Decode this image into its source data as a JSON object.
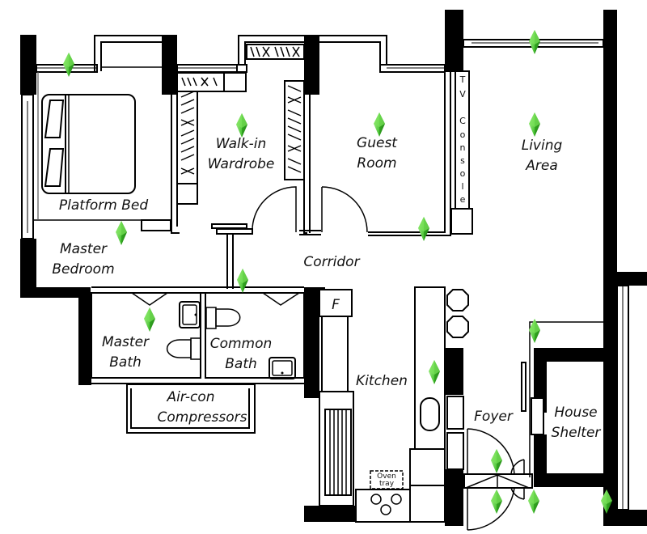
{
  "plan": {
    "rooms": [
      {
        "id": "master-bedroom",
        "lines": [
          "Master",
          "Bedroom"
        ]
      },
      {
        "id": "platform-bed",
        "lines": [
          "Platform Bed"
        ]
      },
      {
        "id": "walk-in-wardrobe",
        "lines": [
          "Walk-in",
          "Wardrobe"
        ]
      },
      {
        "id": "guest-room",
        "lines": [
          "Guest",
          "Room"
        ]
      },
      {
        "id": "living-area",
        "lines": [
          "Living",
          "Area"
        ]
      },
      {
        "id": "corridor",
        "lines": [
          "Corridor"
        ]
      },
      {
        "id": "master-bath",
        "lines": [
          "Master",
          "Bath"
        ]
      },
      {
        "id": "common-bath",
        "lines": [
          "Common",
          "Bath"
        ]
      },
      {
        "id": "aircon",
        "lines": [
          "Air-con",
          "Compressors"
        ]
      },
      {
        "id": "kitchen",
        "lines": [
          "Kitchen"
        ]
      },
      {
        "id": "foyer",
        "lines": [
          "Foyer"
        ]
      },
      {
        "id": "house-shelter",
        "lines": [
          "House",
          "Shelter"
        ]
      }
    ],
    "fixtures": {
      "fridge_label": "F",
      "oven_tray_line1": "Oven",
      "oven_tray_line2": "tray",
      "tv_console_chars": [
        "T",
        "V",
        "C",
        "o",
        "n",
        "s",
        "o",
        "l",
        "e"
      ]
    },
    "marker_icon": "green-plumbob-diamond",
    "marker_colors": {
      "light": "#8fe870",
      "mid": "#3fbf2a",
      "dark": "#1d7a12"
    }
  }
}
